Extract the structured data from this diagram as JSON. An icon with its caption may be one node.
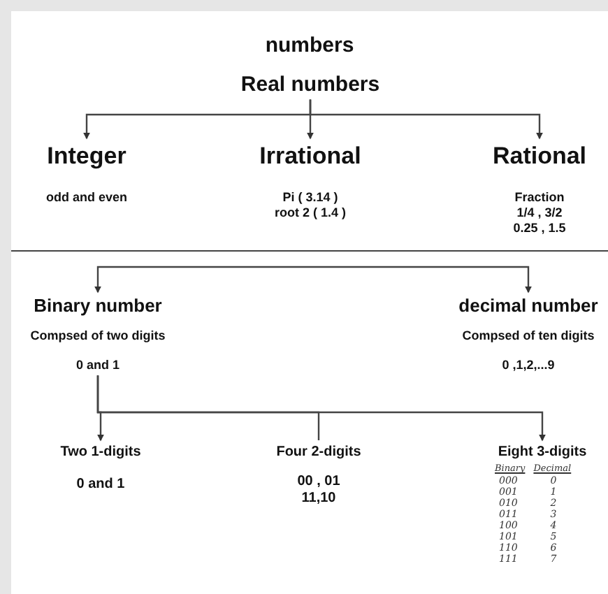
{
  "diagram": {
    "title": "numbers",
    "nodes": [
      {
        "text": [
          "Real numbers"
        ]
      },
      {
        "text": [
          "Integer",
          "odd and even"
        ]
      },
      {
        "text": [
          "Irrational",
          "Pi ( 3.14 )",
          "root 2 ( 1.4 )"
        ]
      },
      {
        "text": [
          "Rational",
          "Fraction",
          "1/4 , 3/2",
          "0.25 , 1.5"
        ]
      },
      {
        "text": [
          "Binary number",
          "Compsed of two digits",
          "0 and 1"
        ]
      },
      {
        "text": [
          "decimal number",
          "Compsed of ten digits",
          "0 ,1,2,...9"
        ]
      },
      {
        "text": [
          "Two 1-digits",
          "0 and 1"
        ]
      },
      {
        "text": [
          "Four 2-digits",
          "00 , 01",
          "11,10"
        ]
      },
      {
        "text": [
          "Eight 3-digits"
        ]
      }
    ],
    "edges": [
      {
        "from": 0,
        "to": 1,
        "arrow": "to"
      },
      {
        "from": 0,
        "to": 2,
        "arrow": "to"
      },
      {
        "from": 0,
        "to": 3,
        "arrow": "to"
      },
      {
        "from": null,
        "to": 4,
        "arrow": "to"
      },
      {
        "from": null,
        "to": 5,
        "arrow": "to"
      },
      {
        "from": 4,
        "to": 6,
        "arrow": "to"
      },
      {
        "from": 4,
        "to": 7,
        "arrow": "none"
      },
      {
        "from": 4,
        "to": 8,
        "arrow": "to"
      }
    ],
    "labels": [
      "Binary",
      "Decimal",
      "000",
      "0",
      "001",
      "1",
      "010",
      "2",
      "011",
      "3",
      "100",
      "4",
      "101",
      "5",
      "110",
      "6",
      "111",
      "7"
    ]
  }
}
